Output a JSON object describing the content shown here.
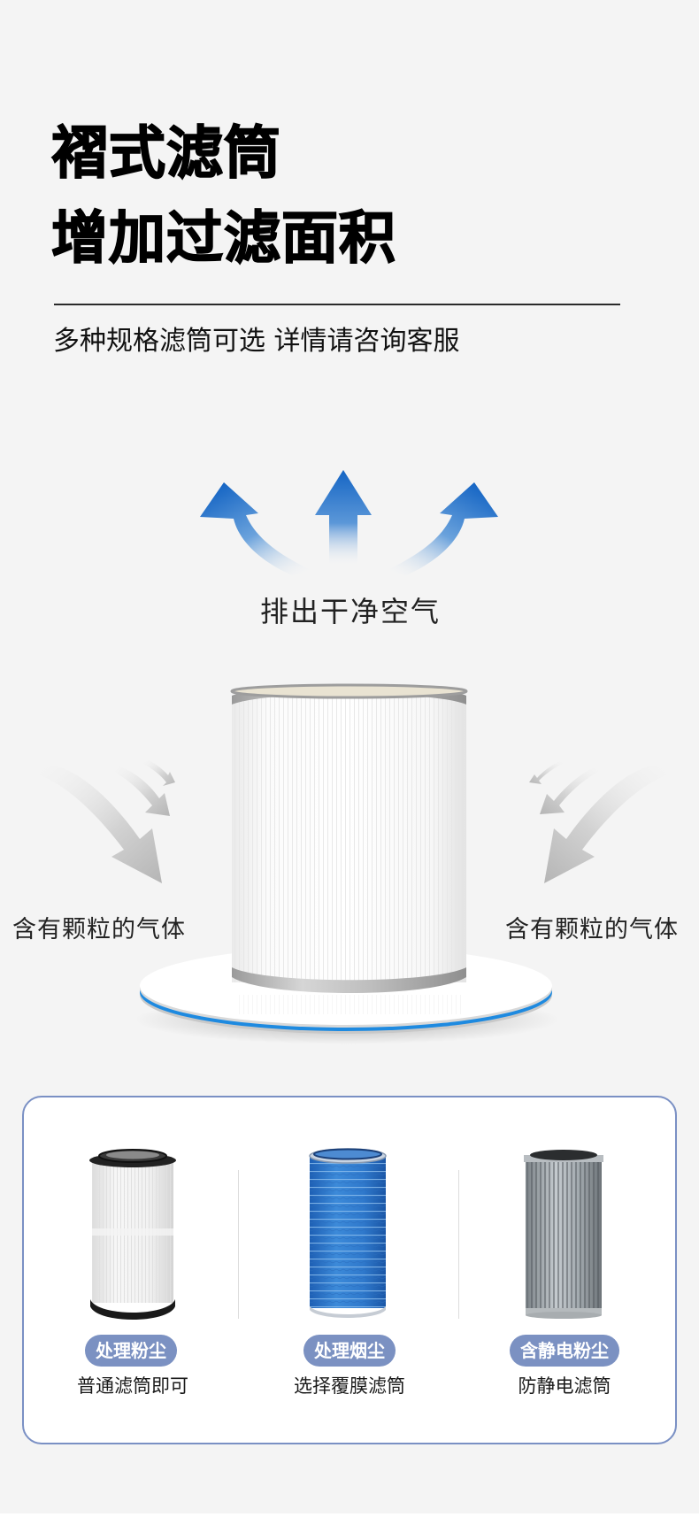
{
  "header": {
    "title_line_1": "褶式滤筒",
    "title_line_2": "增加过滤面积",
    "subtitle": "多种规格滤筒可选 详情请咨询客服"
  },
  "diagram": {
    "outflow_label": "排出干净空气",
    "inflow_label_left": "含有颗粒的气体",
    "inflow_label_right": "含有颗粒的气体",
    "outflow_arrows": [
      "curved-arrow-up-left-icon",
      "arrow-up-icon",
      "curved-arrow-up-right-icon"
    ],
    "inflow_arrows": [
      "curved-arrow-down-right-icon",
      "curved-arrow-down-left-icon"
    ],
    "product_image": "pleated-filter-cartridge"
  },
  "colors": {
    "background": "#f4f4f4",
    "outflow_arrow_blue": "#1f6fc9",
    "inflow_arrow_gray": "#b9b9b9",
    "card_border": "#7a90c4",
    "badge_fill": "#7b91c2",
    "platform_rim_blue": "#1e8ae0"
  },
  "options_card": {
    "items": [
      {
        "badge": "处理粉尘",
        "caption": "普通滤筒即可",
        "image": "white-pleated-filter"
      },
      {
        "badge": "处理烟尘",
        "caption": "选择覆膜滤筒",
        "image": "blue-coated-filter"
      },
      {
        "badge": "含静电粉尘",
        "caption": "防静电滤筒",
        "image": "gray-antistatic-filter"
      }
    ]
  }
}
